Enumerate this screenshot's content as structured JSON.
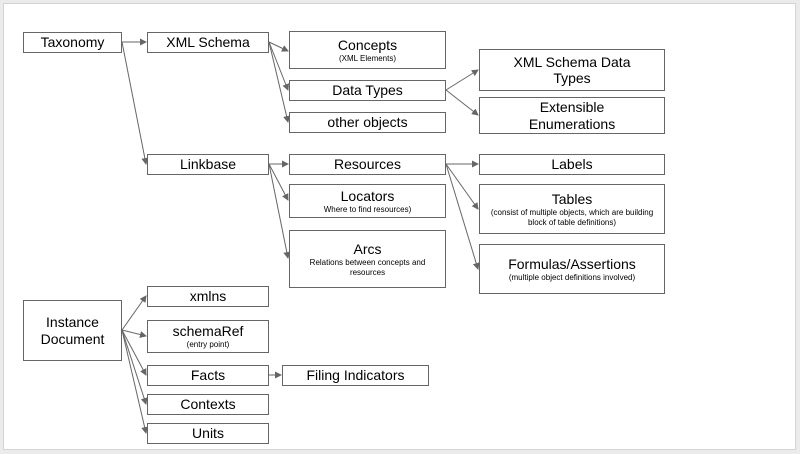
{
  "nodes": {
    "taxonomy": {
      "label": "Taxonomy"
    },
    "xml_schema": {
      "label": "XML Schema"
    },
    "concepts": {
      "label": "Concepts",
      "sub": "(XML Elements)"
    },
    "data_types": {
      "label": "Data Types"
    },
    "other_objects": {
      "label": "other objects"
    },
    "xml_schema_data_types": {
      "label": "XML Schema Data Types"
    },
    "extensible_enumerations": {
      "label": "Extensible Enumerations"
    },
    "linkbase": {
      "label": "Linkbase"
    },
    "resources": {
      "label": "Resources"
    },
    "locators": {
      "label": "Locators",
      "sub": "Where to find resources)"
    },
    "arcs": {
      "label": "Arcs",
      "sub": "Relations between concepts and resources"
    },
    "labels": {
      "label": "Labels"
    },
    "tables": {
      "label": "Tables",
      "sub": "(consist of multiple objects, which are building block of table definitions)"
    },
    "formulas": {
      "label": "Formulas/Assertions",
      "sub": "(multiple object definitions involved)"
    },
    "instance_document": {
      "label": "Instance Document"
    },
    "xmlns": {
      "label": "xmlns"
    },
    "schemaref": {
      "label": "schemaRef",
      "sub": "(entry point)"
    },
    "facts": {
      "label": "Facts"
    },
    "filing_indicators": {
      "label": "Filing Indicators"
    },
    "contexts": {
      "label": "Contexts"
    },
    "units": {
      "label": "Units"
    }
  },
  "style": {
    "line_color": "#666666",
    "border_color": "#666666",
    "background": "#ffffff"
  }
}
